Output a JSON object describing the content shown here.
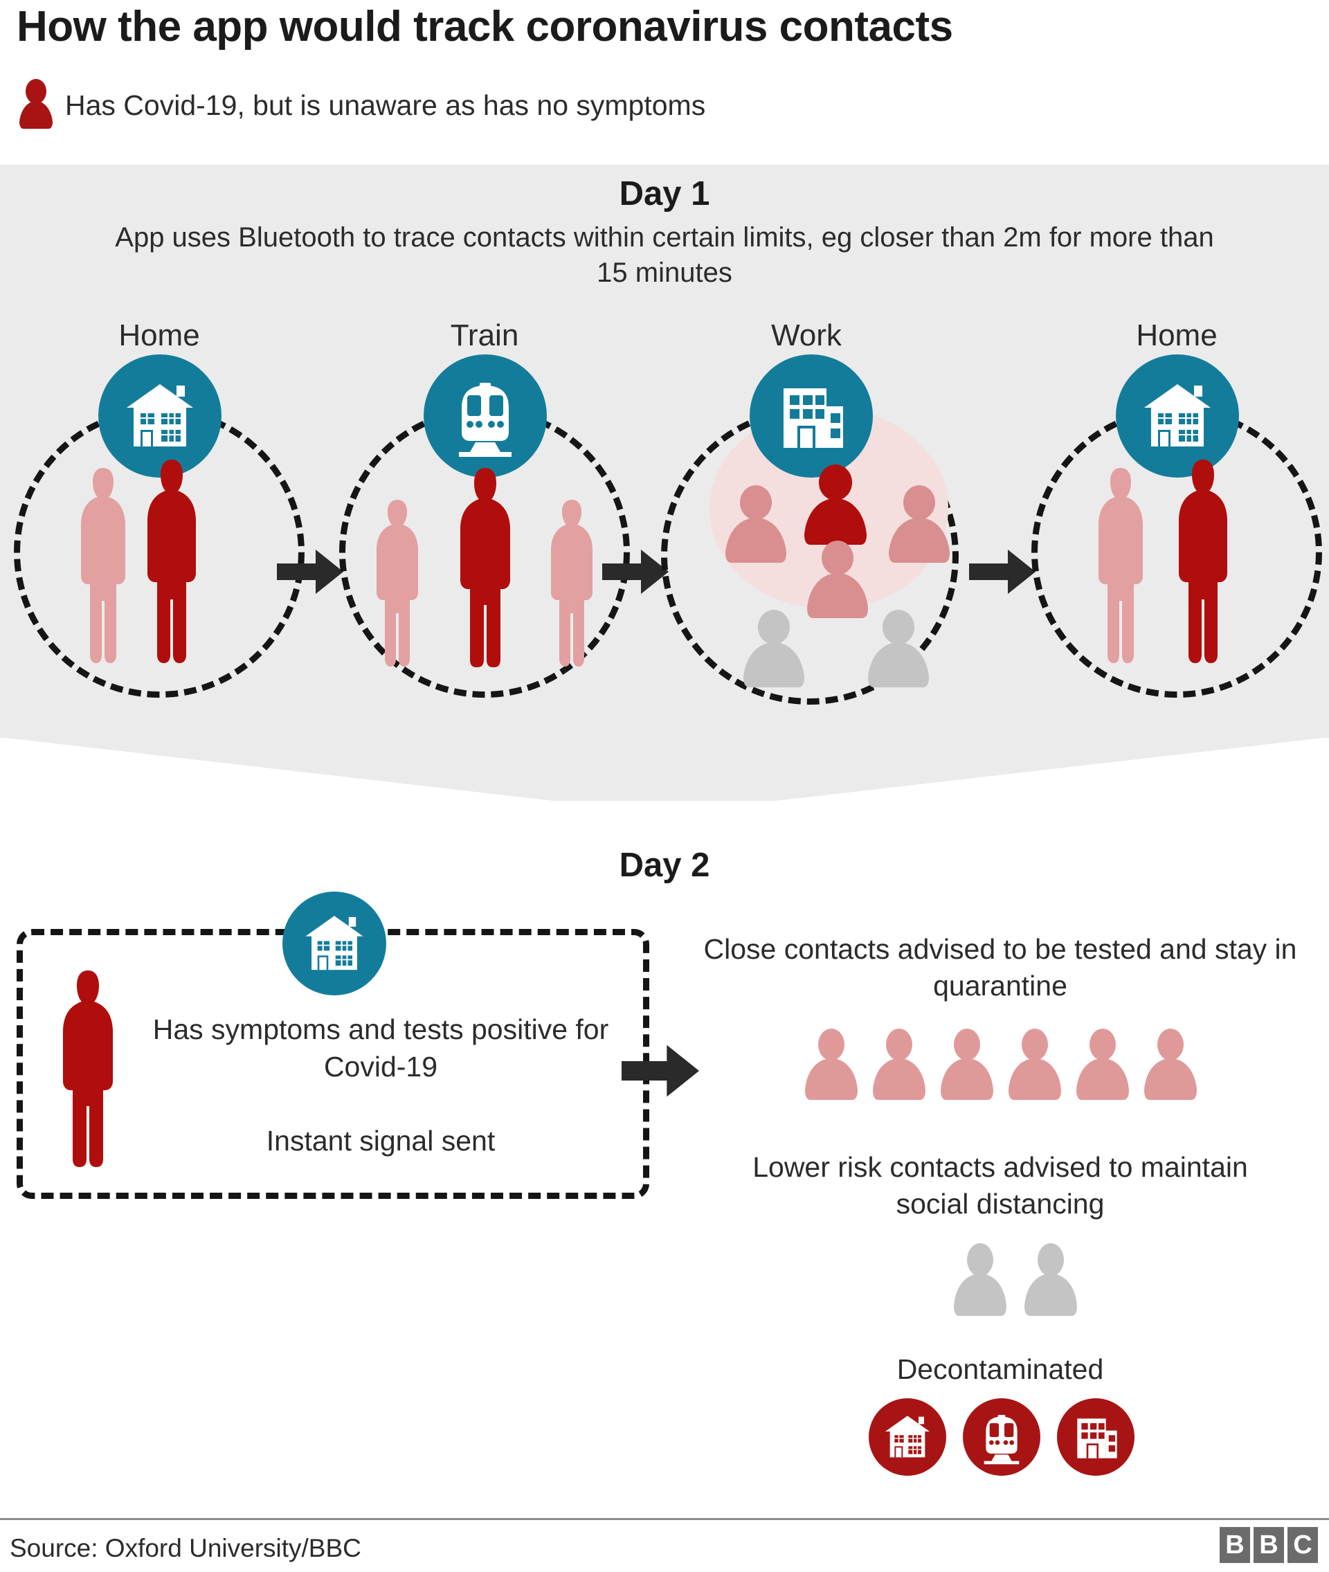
{
  "header": {
    "title": "How the app would track coronavirus contacts",
    "legend_icon": "person-bust-icon",
    "legend_text": "Has Covid-19, but is unaware as has no symptoms"
  },
  "colors": {
    "panel_grey": "#ebebeb",
    "teal": "#147c9b",
    "dark_red": "#a81414",
    "light_pink": "#e2a0a0",
    "pale_pink": "#f5dede",
    "grey_figure": "#c4c4c4",
    "arrow_dark": "#2a2a2a",
    "text": "#2b2b2b"
  },
  "day1": {
    "title": "Day 1",
    "subtitle": "App uses Bluetooth to trace contacts within certain limits, eg closer than 2m for more than 15 minutes",
    "scenes": [
      {
        "label": "Home",
        "icon": "house-icon",
        "figures": [
          {
            "type": "full-body",
            "color": "light-pink"
          },
          {
            "type": "full-body",
            "color": "dark-red"
          }
        ],
        "highlight": false
      },
      {
        "label": "Train",
        "icon": "train-icon",
        "figures": [
          {
            "type": "full-body",
            "color": "light-pink"
          },
          {
            "type": "full-body",
            "color": "dark-red"
          },
          {
            "type": "full-body",
            "color": "light-pink"
          }
        ],
        "highlight": false
      },
      {
        "label": "Work",
        "icon": "office-building-icon",
        "figures": [
          {
            "type": "bust",
            "color": "light-pink"
          },
          {
            "type": "bust",
            "color": "dark-red"
          },
          {
            "type": "bust",
            "color": "light-pink"
          },
          {
            "type": "bust",
            "color": "light-pink"
          },
          {
            "type": "bust",
            "color": "grey"
          },
          {
            "type": "bust",
            "color": "grey"
          }
        ],
        "highlight": true
      },
      {
        "label": "Home",
        "icon": "house-icon",
        "figures": [
          {
            "type": "full-body",
            "color": "light-pink"
          },
          {
            "type": "full-body",
            "color": "dark-red"
          }
        ],
        "highlight": false
      }
    ],
    "arrow_icon": "arrow-right-icon"
  },
  "day2": {
    "title": "Day 2",
    "box": {
      "icon": "house-icon",
      "figure": "person-full-body-red-icon",
      "line1": "Has symptoms and tests positive for Covid-19",
      "line2": "Instant signal sent"
    },
    "arrow_icon": "arrow-right-icon",
    "close_contacts": {
      "text": "Close contacts advised to be tested and stay in quarantine",
      "figure_count": 6,
      "figure_color": "light-pink"
    },
    "lower_risk": {
      "text": "Lower risk contacts advised to maintain social distancing",
      "figure_count": 2,
      "figure_color": "grey"
    },
    "decontaminated": {
      "text": "Decontaminated",
      "icons": [
        "house-icon",
        "train-icon",
        "office-building-icon"
      ]
    }
  },
  "footer": {
    "source": "Source: Oxford University/BBC",
    "logo": [
      "B",
      "B",
      "C"
    ]
  }
}
